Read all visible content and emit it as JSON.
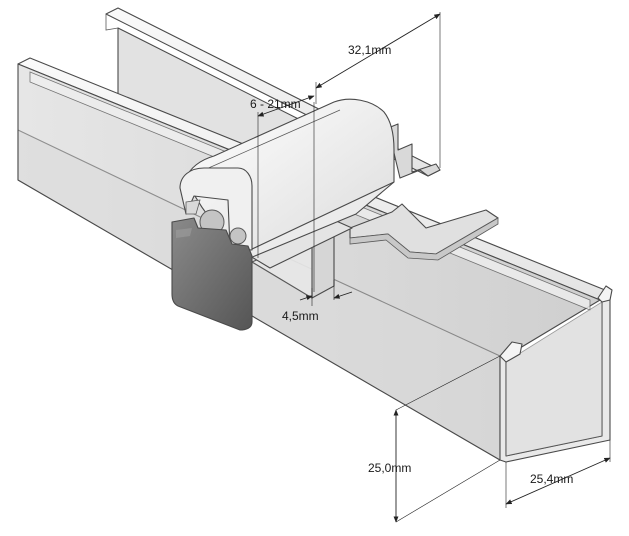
{
  "dimensions": {
    "width_top": "32,1mm",
    "clamp_range": "6 - 21mm",
    "slot_width": "4,5mm",
    "profile_height": "25,0mm",
    "profile_width": "25,4mm"
  },
  "colors": {
    "rail_light": "#f2f2f2",
    "rail_mid": "#dedede",
    "rail_dark": "#bdbdbd",
    "clip_body": "#ececec",
    "clip_top": "#f7f7f7",
    "gasket": "#6f6f6f",
    "dim_line": "#222222"
  }
}
